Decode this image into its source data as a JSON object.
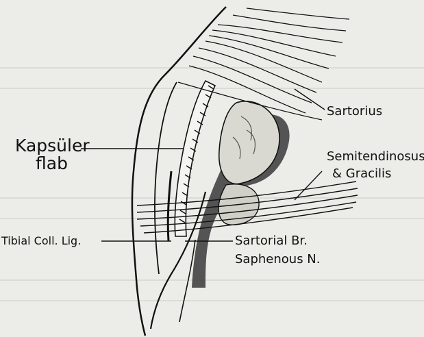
{
  "labels": {
    "kapsuler": "Kapsüler",
    "flab": "flab",
    "sartorius": "Sartorius",
    "semitendinosus": "Semitendinosus",
    "gracilis": "& Gracilis",
    "tibial_coll_lig": "Tibial Coll. Lig.",
    "sartorial_br": "Sartorial Br.",
    "saphenous_n": "Saphenous N."
  },
  "colors": {
    "background": "#ecece8",
    "ink": "#111111",
    "shade": "#3a3a3a"
  }
}
